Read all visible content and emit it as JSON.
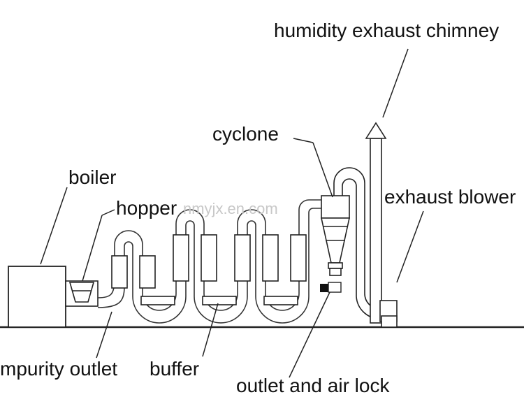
{
  "labels": {
    "chimney": "humidity exhaust chimney",
    "cyclone": "cyclone",
    "boiler": "boiler",
    "hopper": "hopper",
    "exhaust_blower": "exhaust blower",
    "impurity_outlet": "mpurity outlet",
    "buffer": "buffer",
    "outlet_air_lock": "outlet and air lock"
  },
  "watermark": "nmyjx.en.com"
}
